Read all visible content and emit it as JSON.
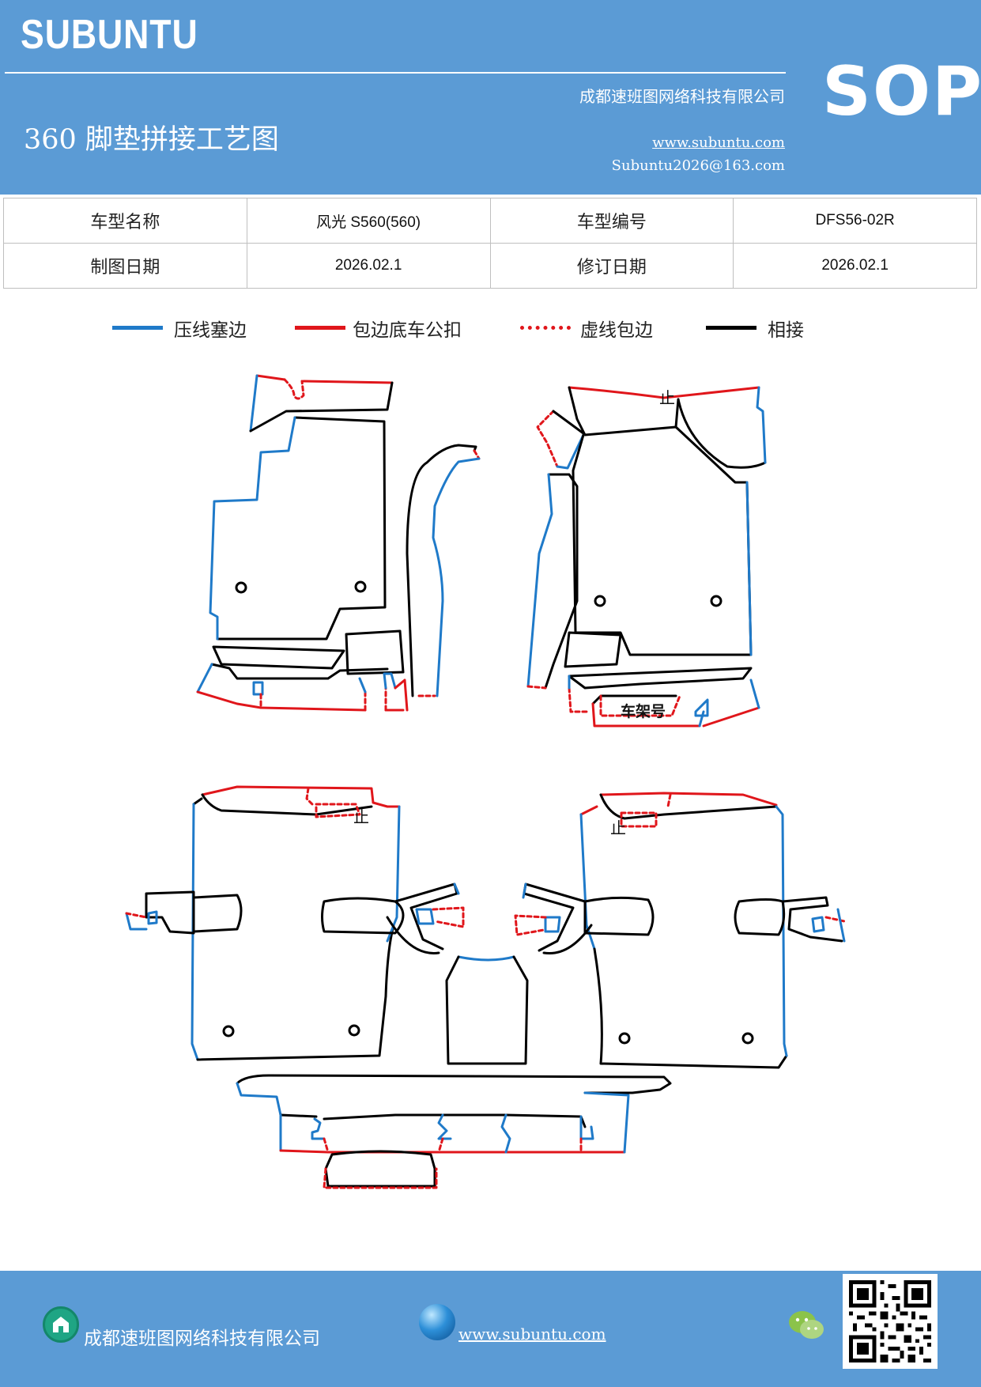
{
  "header": {
    "brand": "SUBUNTU",
    "badge": "SOP",
    "company": "成都速班图网络科技有限公司",
    "title": "360 脚垫拼接工艺图",
    "website": "www.subuntu.com",
    "email": "Subuntu2026@163.com"
  },
  "info": {
    "model_name_label": "车型名称",
    "model_name_value": "风光 S560(560)",
    "model_code_label": "车型编号",
    "model_code_value": "DFS56-02R",
    "draw_date_label": "制图日期",
    "draw_date_value": "2026.02.1",
    "revise_date_label": "修订日期",
    "revise_date_value": "2026.02.1"
  },
  "legend": {
    "items": [
      {
        "label": "压线塞边",
        "color": "#1f7ac9",
        "style": "solid"
      },
      {
        "label": "包边底车公扣",
        "color": "#e0161b",
        "style": "solid"
      },
      {
        "label": "虚线包边",
        "color": "#e0161b",
        "style": "dashed"
      },
      {
        "label": "相接",
        "color": "#000000",
        "style": "solid"
      }
    ]
  },
  "drawing": {
    "frame_label": "车架号",
    "mark_label": "止"
  },
  "footer": {
    "company": "成都速班图网络科技有限公司",
    "website": "www.subuntu.com"
  },
  "icons": {
    "home": "home-icon",
    "globe": "globe-icon",
    "wechat": "wechat-icon",
    "qr": "qr-code-icon"
  }
}
